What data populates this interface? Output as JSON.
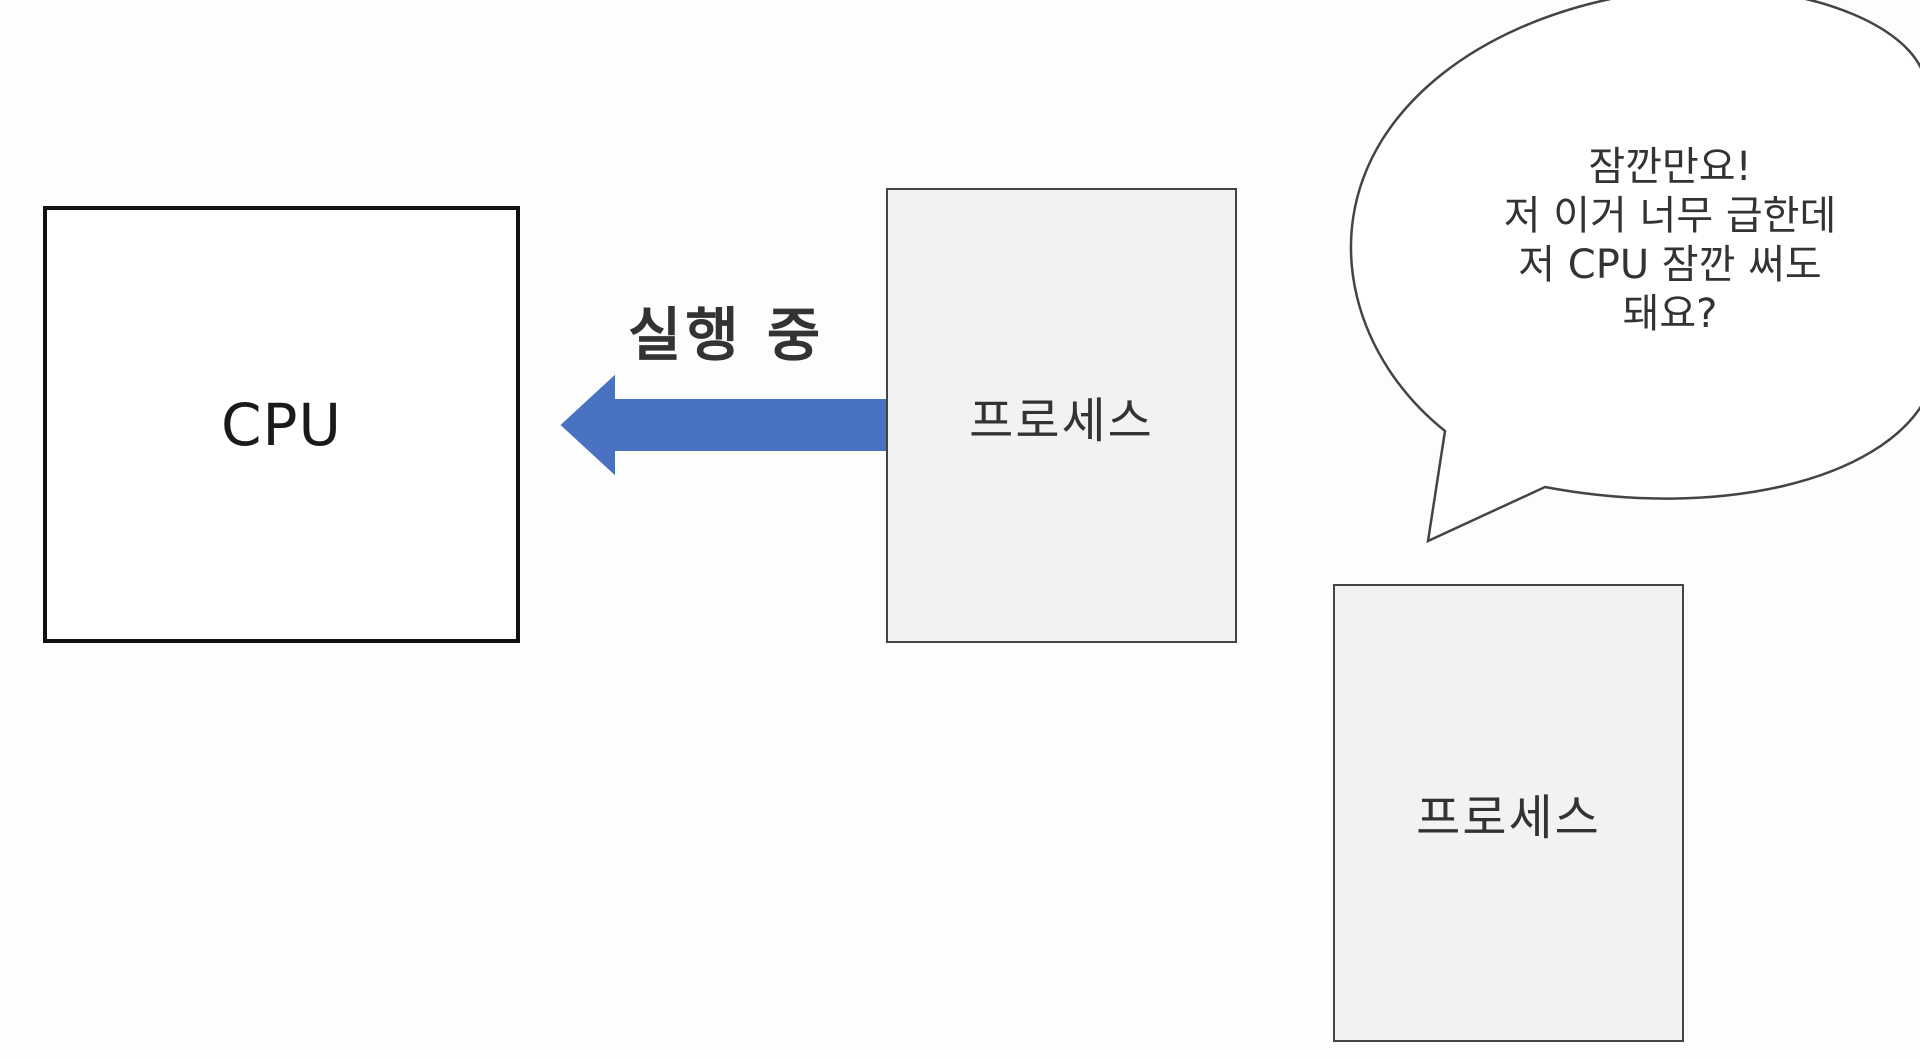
{
  "cpu": {
    "label": "CPU"
  },
  "running": {
    "label": "실행 중"
  },
  "process_running": {
    "label": "프로세스"
  },
  "process_waiting": {
    "label": "프로세스"
  },
  "speech_bubble": {
    "lines": [
      "잠깐만요!",
      "저 이거 너무 급한데",
      "저 CPU 잠깐 써도",
      "돼요?"
    ]
  },
  "colors": {
    "arrow": "#4a72c2",
    "process_fill": "#f2f2f2",
    "bubble_stroke": "#444444"
  }
}
